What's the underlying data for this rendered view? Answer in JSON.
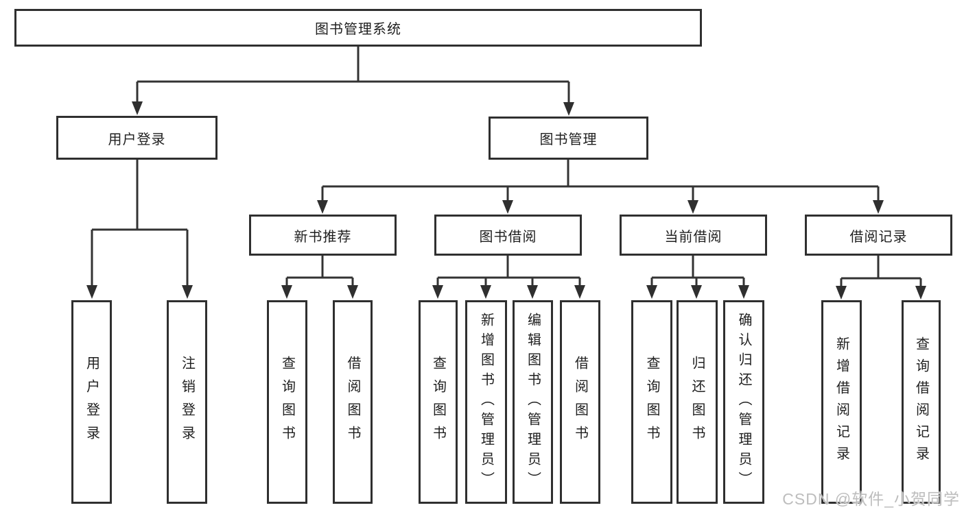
{
  "tree": {
    "root": {
      "label": "图书管理系统"
    },
    "branches": [
      {
        "label": "用户登录",
        "children": [
          {
            "label": "用户登录"
          },
          {
            "label": "注销登录"
          }
        ]
      },
      {
        "label": "图书管理",
        "children": [
          {
            "label": "新书推荐",
            "children": [
              {
                "label": "查询图书"
              },
              {
                "label": "借阅图书"
              }
            ]
          },
          {
            "label": "图书借阅",
            "children": [
              {
                "label": "查询图书"
              },
              {
                "label": "新增图书（管理员）"
              },
              {
                "label": "编辑图书（管理员）"
              },
              {
                "label": "借阅图书"
              }
            ]
          },
          {
            "label": "当前借阅",
            "children": [
              {
                "label": "查询图书"
              },
              {
                "label": "归还图书"
              },
              {
                "label": "确认归还（管理员）"
              }
            ]
          },
          {
            "label": "借阅记录",
            "children": [
              {
                "label": "新增借阅记录"
              },
              {
                "label": "查询借阅记录"
              }
            ]
          }
        ]
      }
    ]
  },
  "watermark": {
    "text": "CSDN @软件_小贺同学"
  },
  "colors": {
    "line": "#333333",
    "box_border": "#2f2f2f",
    "box_fill": "#ffffff",
    "text": "#1f1f1f",
    "watermark": "#b9b9b9",
    "background": "#ffffff"
  }
}
